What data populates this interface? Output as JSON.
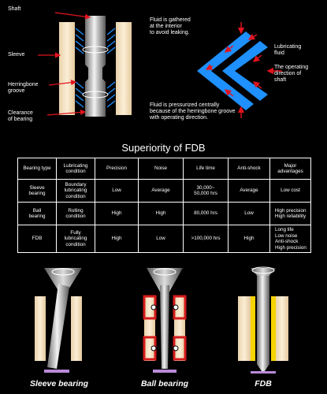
{
  "top_diagram": {
    "labels": {
      "shaft": "Shaft",
      "sleeve": "Sleeve",
      "herringbone": "Herringbone\ngroove",
      "clearance": "Clearance\nof bearing"
    }
  },
  "flow_diagram": {
    "gathered": "Fluid is gathered\nat the interior\nto avoid leaking.",
    "lubricating": "Lubricating\nfluid",
    "operating": "The operating\ndirection of\nshaft",
    "pressurized": "Fluid is pressurized centrally\nbecause of the herringbone groove\nwith operating direction."
  },
  "table": {
    "title": "Superiority of FDB",
    "headers": [
      "Bearing type",
      "Lubricating\ncondition",
      "Precision",
      "Noise",
      "Life time",
      "Anti-shock",
      "Major\nadvantages"
    ],
    "rows": [
      [
        "Sleeve\nbearing",
        "Boundary\nlubricating\ncondition",
        "Low",
        "Average",
        "30,000~\n50,000 hrs",
        "Average",
        "Low cost"
      ],
      [
        "Ball\nbearing",
        "Rolling\ncondition",
        "High",
        "High",
        "80,000 hrs",
        "Low",
        "High precision\nHigh reliability"
      ],
      [
        "FDB",
        "Fully\nlubricating\ncondition",
        "High",
        "Low",
        ">100,000 hrs",
        "High",
        "Long life\nLow noise\nAnti-shock\nHigh precision"
      ]
    ]
  },
  "bottom": {
    "captions": [
      "Sleeve bearing",
      "Ball bearing",
      "FDB"
    ]
  },
  "colors": {
    "sleeve": "#f2dfc0",
    "shaft": "#bdbdbd",
    "fluid_blue": "#1e90ff",
    "arrow_red": "#e0141e",
    "fdb_yellow": "#f5d400",
    "ball_red": "#d51a1a",
    "base_purple": "#b98ad8"
  }
}
